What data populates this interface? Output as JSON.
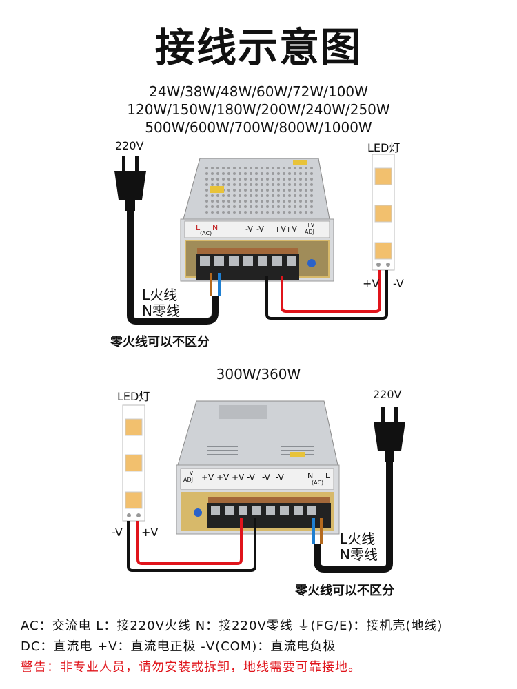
{
  "title": "接线示意图",
  "top": {
    "wattage_lines": [
      "24W/38W/48W/60W/72W/100W",
      "120W/150W/180W/200W/240W/250W",
      "500W/600W/700W/800W/1000W"
    ],
    "input_label": "220V",
    "led_label": "LED灯",
    "live_label": "L火线",
    "neutral_label": "N零线",
    "note": "零火线可以不区分",
    "plus_v": "+V",
    "minus_v": "-V",
    "terminal_labels": [
      "L",
      "N",
      "(AC)",
      "-V",
      "-V",
      "+V",
      "+V",
      "+V",
      "ADJ"
    ]
  },
  "bottom": {
    "wattage": "300W/360W",
    "input_label": "220V",
    "led_label": "LED灯",
    "live_label": "L火线",
    "neutral_label": "N零线",
    "note": "零火线可以不区分",
    "plus_v": "+V",
    "minus_v": "-V",
    "terminal_labels": [
      "+V",
      "ADJ",
      "+V",
      "+V",
      "+V",
      "-V",
      "-V",
      "-V",
      "N",
      "L",
      "(AC)"
    ]
  },
  "legend": [
    "AC：交流电   L：接220V火线   N：接220V零线   ⏚(FG/E)：接机壳(地线)",
    "DC：直流电   +V：直流电正极   -V(COM)：直流电负极",
    "警告：非专业人员，请勿安装或拆卸，地线需要可靠接地。"
  ],
  "colors": {
    "live": "#b56a1e",
    "neutral": "#1f7fd1",
    "positive": "#e0141b",
    "negative": "#111111",
    "warning": "#e0141b",
    "led": "#f2c06e"
  }
}
